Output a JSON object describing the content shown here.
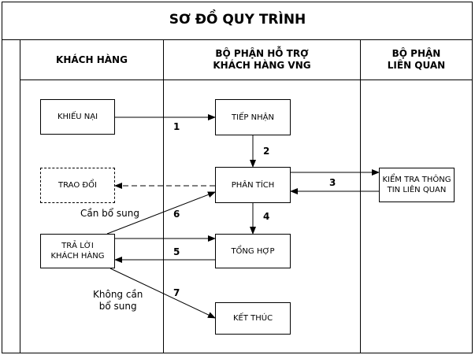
{
  "title": "SƠ ĐỒ QUY TRÌNH",
  "lanes": {
    "customer": "KHÁCH HÀNG",
    "support_line1": "BỘ PHẬN HỖ TRỢ",
    "support_line2": "KHÁCH HÀNG VNG",
    "related_line1": "BỘ PHẬN",
    "related_line2": "LIÊN QUAN"
  },
  "boxes": {
    "complaint": "KHIẾU NẠI",
    "receive": "TIẾP NHẬN",
    "exchange": "TRAO ĐỔI",
    "analyze": "PHÂN TÍCH",
    "check_line1": "KIỂM TRA THÔNG",
    "check_line2": "TIN LIÊN QUAN",
    "reply_line1": "TRẢ LỜI",
    "reply_line2": "KHÁCH HÀNG",
    "summary": "TỔNG HỢP",
    "end": "KẾT THÚC"
  },
  "steps": [
    "1",
    "2",
    "3",
    "4",
    "5",
    "6",
    "7"
  ],
  "notes": {
    "need_more": "Cần bổ sung",
    "no_need_line1": "Không cần",
    "no_need_line2": "bổ sung"
  }
}
